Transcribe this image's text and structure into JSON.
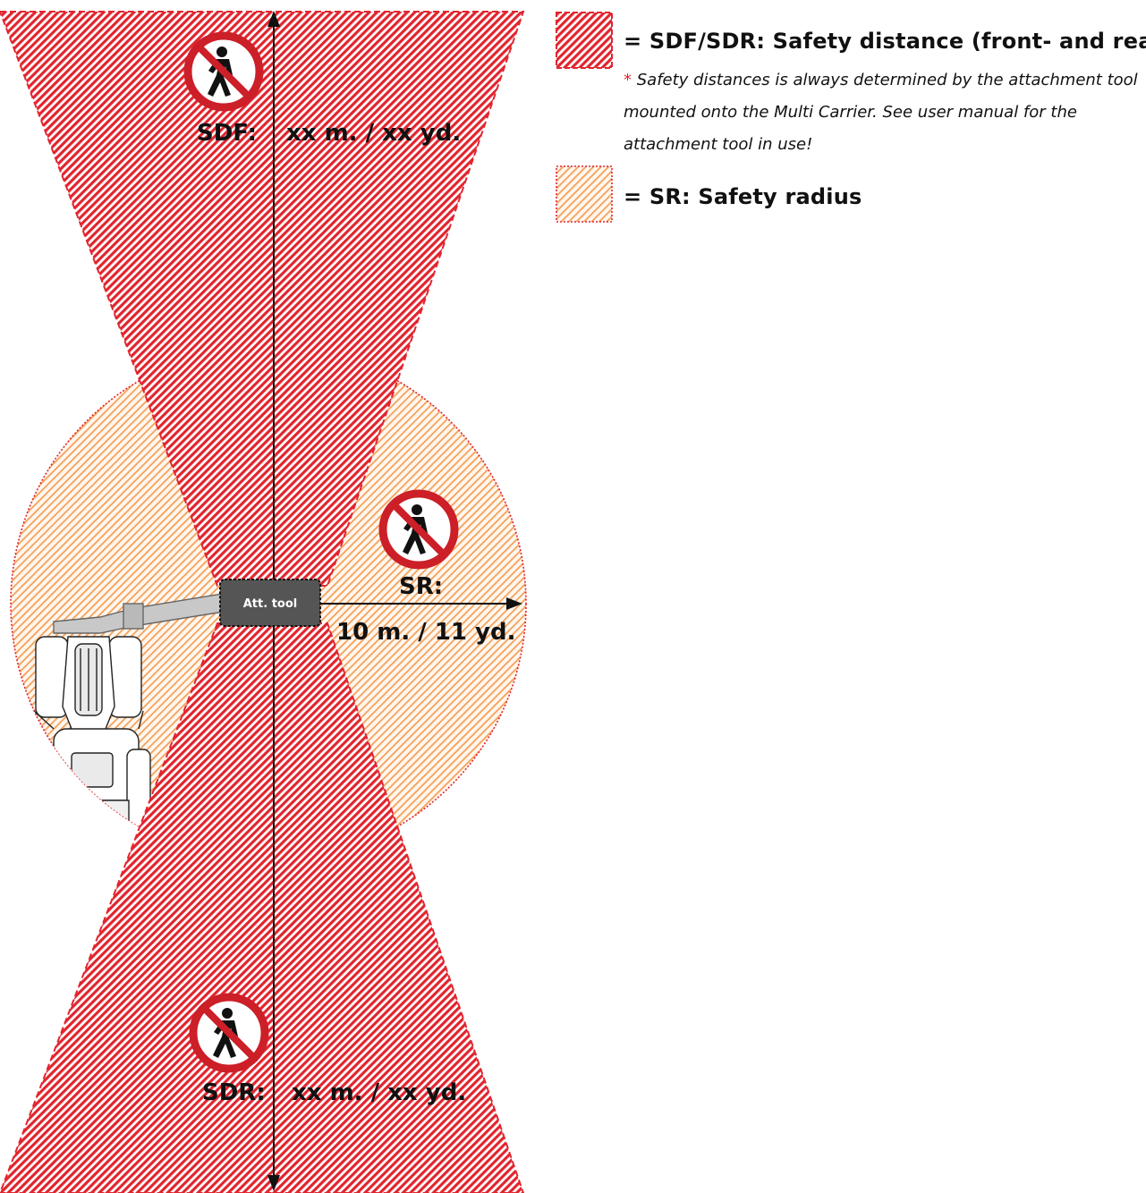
{
  "legend": {
    "sd_label": "= SDF/SDR: Safety distance (front- and rear)",
    "note_star": "*",
    "note_text": "Safety distances is always determined by the attachment tool mounted onto the Multi Carrier. See user manual for the attachment tool in use!",
    "sr_label": "= SR: Safety radius"
  },
  "labels": {
    "sdf": "SDF:",
    "sdf_value": "xx m. / xx yd.",
    "sdr": "SDR:",
    "sdr_value": "xx m. / xx yd.",
    "sr": "SR:",
    "sr_value": "10 m. / 11 yd.",
    "att_tool": "Att. tool"
  },
  "colors": {
    "danger_red": "#e1252f",
    "radius_orange": "#f4a15a",
    "tool_box": "#555555",
    "arrow": "#111111"
  },
  "icons": [
    "no-pedestrian-sign-icon",
    "multi-carrier-vehicle-icon"
  ]
}
